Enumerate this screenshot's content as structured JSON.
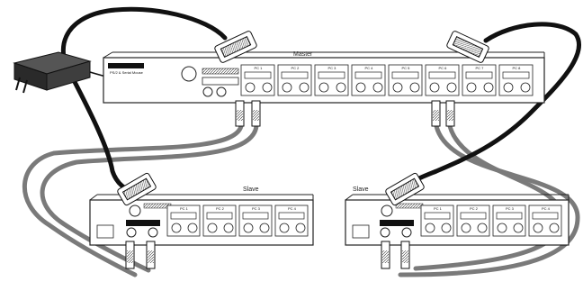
{
  "labels": {
    "master": "Master",
    "slave_left": "Slave",
    "slave_right": "Slave",
    "master_brand": "PS/2 & Serial Mouse"
  },
  "master_port_labels": [
    "PC 1",
    "PC 2",
    "PC 3",
    "PC 4",
    "PC 5",
    "PC 6",
    "PC 7",
    "PC 8"
  ],
  "slave_left_port_labels": [
    "PC 1",
    "PC 2",
    "PC 3",
    "PC 4"
  ],
  "slave_right_port_labels": [
    "PC 1",
    "PC 2",
    "PC 3",
    "PC 4"
  ],
  "colors": {
    "cable_black": "#111111",
    "cable_grey": "#7a7a7a",
    "line": "#222222",
    "adapter": "#3a3a3a"
  }
}
